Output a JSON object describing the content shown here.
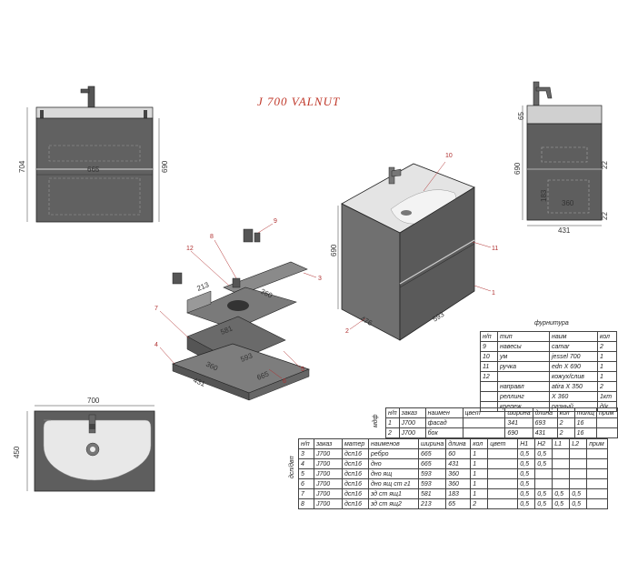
{
  "title": "J 700 VALNUT",
  "front_view": {
    "width": "665",
    "height_total": "704",
    "height_body": "690"
  },
  "side_view": {
    "d65": "65",
    "d690": "690",
    "d183": "183",
    "d360": "360",
    "d431": "431",
    "d22a": "22",
    "d22b": "22"
  },
  "top_view": {
    "width": "700",
    "depth": "450"
  },
  "iso_view": {
    "height": "690",
    "width": "593",
    "depth": "476",
    "callouts": [
      "10",
      "11",
      "1",
      "2"
    ]
  },
  "exploded_view": {
    "labels": [
      "9",
      "8",
      "12",
      "3",
      "7",
      "4",
      "5",
      "6"
    ],
    "dims": [
      "213",
      "581",
      "593",
      "360",
      "360",
      "431",
      "665"
    ]
  },
  "hardware_table": {
    "caption": "фурнитура",
    "headers": [
      "н/п",
      "тип",
      "наим",
      "кол"
    ],
    "rows": [
      [
        "9",
        "навесы",
        "camar",
        "2"
      ],
      [
        "10",
        "ум",
        "jessel 700",
        "1"
      ],
      [
        "11",
        "ручка",
        "edn X 690",
        "1"
      ],
      [
        "12",
        "",
        "кожух/слив",
        "1"
      ],
      [
        "",
        "направл",
        "atira X 350",
        "2"
      ],
      [
        "",
        "реллинг",
        "X 360",
        "1кт"
      ],
      [
        "",
        "крепеж",
        "разный",
        "д/к"
      ]
    ]
  },
  "mdf_table": {
    "side_label": "мдф",
    "headers": [
      "н/п",
      "заказ",
      "наимен",
      "цвет",
      "ширина",
      "длина",
      "кол",
      "толщ",
      "прим"
    ],
    "rows": [
      [
        "1",
        "J700",
        "фасад",
        "",
        "341",
        "693",
        "2",
        "16",
        ""
      ],
      [
        "2",
        "J700",
        "бок",
        "",
        "690",
        "431",
        "2",
        "16",
        ""
      ]
    ]
  },
  "chipboard_table": {
    "side_label": "дсп/двп",
    "headers": [
      "н/п",
      "заказ",
      "матер",
      "наименов",
      "ширина",
      "длина",
      "кол",
      "цвет",
      "H1",
      "H2",
      "L1",
      "L2",
      "прим"
    ],
    "rows": [
      [
        "3",
        "J700",
        "дсп16",
        "ребро",
        "665",
        "60",
        "1",
        "",
        "0,5",
        "0,5",
        "",
        "",
        ""
      ],
      [
        "4",
        "J700",
        "дсп16",
        "дно",
        "665",
        "431",
        "1",
        "",
        "0,5",
        "0,5",
        "",
        "",
        ""
      ],
      [
        "5",
        "J700",
        "дсп16",
        "дно ящ",
        "593",
        "360",
        "1",
        "",
        "0,5",
        "",
        "",
        "",
        ""
      ],
      [
        "6",
        "J700",
        "дсп16",
        "дно ящ ст г1",
        "593",
        "360",
        "1",
        "",
        "0,5",
        "",
        "",
        "",
        ""
      ],
      [
        "7",
        "J700",
        "дсп16",
        "зд ст ящ1",
        "581",
        "183",
        "1",
        "",
        "0,5",
        "0,5",
        "0,5",
        "0,5",
        ""
      ],
      [
        "8",
        "J700",
        "дсп16",
        "зд ст ящ2",
        "213",
        "65",
        "2",
        "",
        "0,5",
        "0,5",
        "0,5",
        "0,5",
        ""
      ]
    ]
  },
  "colors": {
    "cabinet": "#5e5e5e",
    "cabinet_light": "#8a8a8a",
    "basin": "#e6e6e6",
    "title": "#c0392b",
    "callout": "#b03030"
  }
}
